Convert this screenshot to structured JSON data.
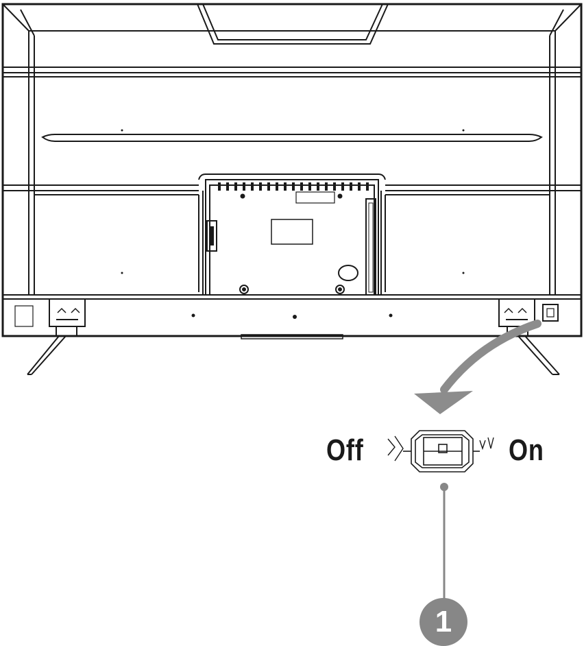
{
  "switch": {
    "off_label": "Off",
    "on_label": "On"
  },
  "callout": {
    "number": "1"
  },
  "colors": {
    "line": "#1a1a1a",
    "arrow": "#8c8c8c",
    "callout": "#878787"
  }
}
